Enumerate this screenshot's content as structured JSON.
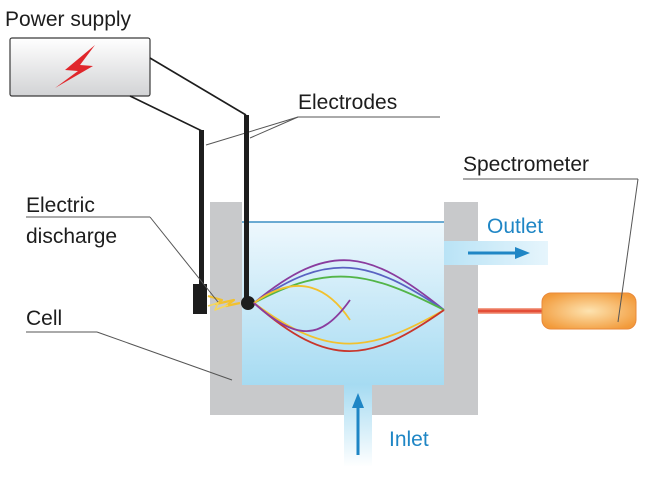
{
  "labels": {
    "power_supply": "Power supply",
    "electrodes": "Electrodes",
    "spectrometer": "Spectrometer",
    "electric_line1": "Electric",
    "electric_line2": "discharge",
    "cell": "Cell",
    "outlet": "Outlet",
    "inlet": "Inlet"
  },
  "icons": {
    "power_symbol": "lightning-bolt-icon",
    "discharge_symbol": "spark-icon"
  },
  "colors": {
    "cell_wall": "#c8c9cb",
    "liquid_top": "#e9f6fc",
    "liquid_bottom": "#a7dcf3",
    "flow_arrow": "#1f86c5",
    "flow_label": "#1f86c5",
    "lightning": "#e0262b",
    "spectrometer_body": "#f5a94a",
    "fiber": "#e24a2b",
    "wave_colors": [
      "#c8362b",
      "#f2c12e",
      "#53b548",
      "#5a62c2",
      "#8a3c9e"
    ]
  }
}
